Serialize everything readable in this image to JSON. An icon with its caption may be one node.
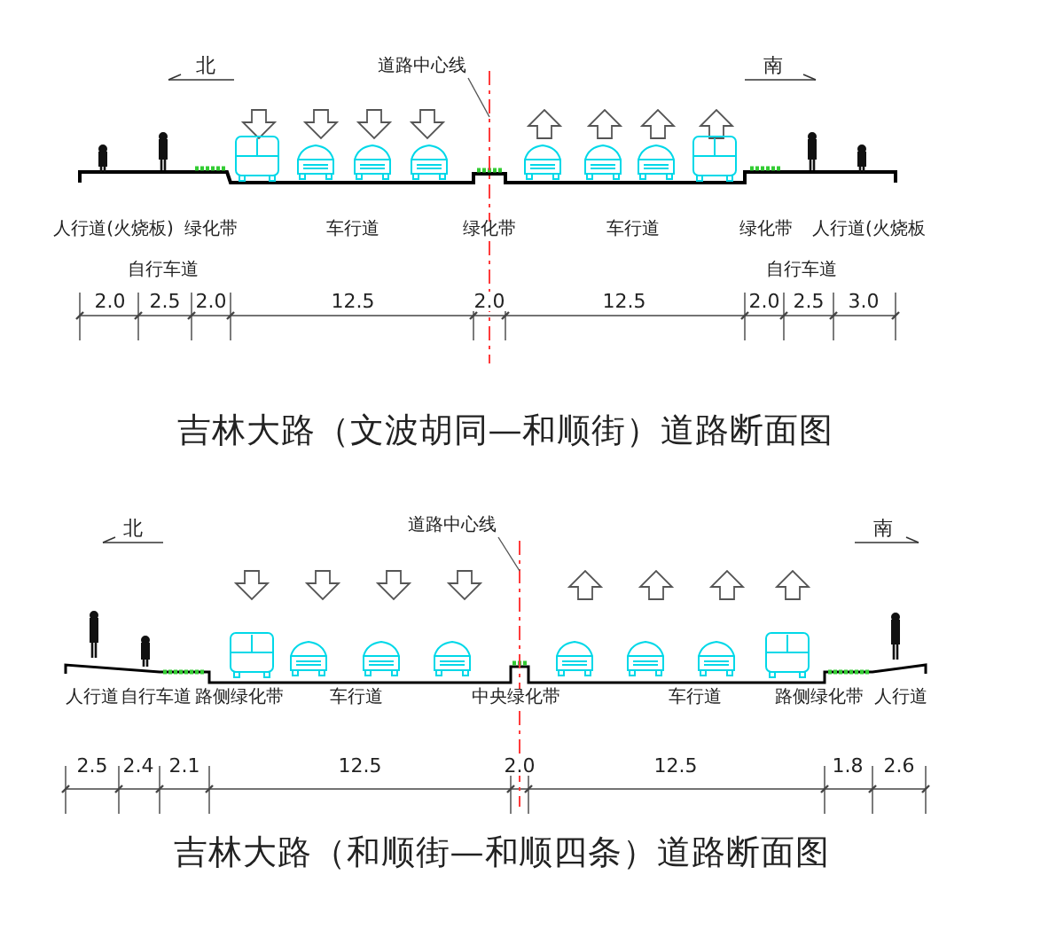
{
  "diagram": {
    "nodes": [
      {
        "text": [
          "道路中心线"
        ]
      },
      {
        "text": [
          "道路中心线"
        ]
      }
    ],
    "edges": [
      {
        "from": 0,
        "to": null,
        "arrow": "none"
      },
      {
        "from": 1,
        "to": null,
        "arrow": "none"
      }
    ],
    "labels": [
      "北",
      "南",
      "人行道(火烧板)",
      "绿化带",
      "车行道",
      "绿化带",
      "车行道",
      "绿化带",
      "人行道(火烧板",
      "自行车道",
      "自行车道",
      "2.0",
      "2.5",
      "2.0",
      "12.5",
      "2.0",
      "12.5",
      "2.0",
      "2.5",
      "3.0",
      "吉林大路（文波胡同—和顺街）道路断面图",
      "北",
      "南",
      "人行道",
      "自行车道",
      "路侧绿化带",
      "车行道",
      "中央绿化带",
      "车行道",
      "路侧绿化带",
      "人行道",
      "2.5",
      "2.4",
      "2.1",
      "12.5",
      "2.0",
      "12.5",
      "1.8",
      "2.6",
      "吉林大路（和顺街—和顺四条）道路断面图"
    ]
  }
}
